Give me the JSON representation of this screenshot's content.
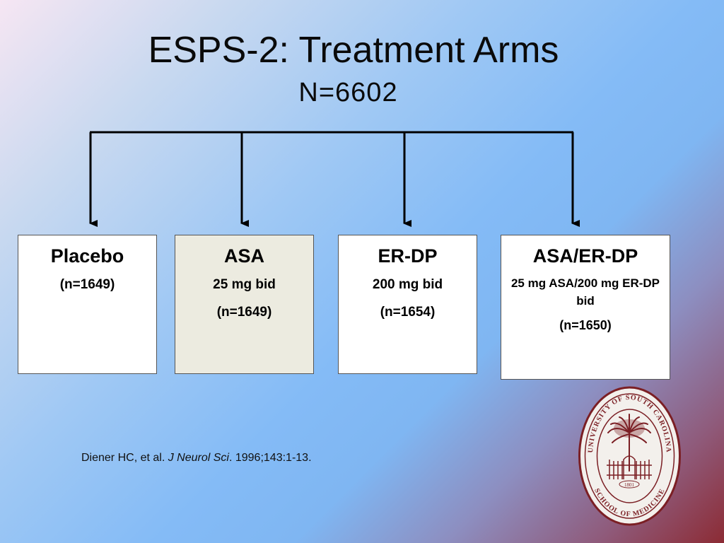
{
  "slide": {
    "title": "ESPS-2: Treatment Arms",
    "subtitle": "N=6602"
  },
  "arms": [
    {
      "name": "Placebo",
      "dose": "",
      "n": "(n=1649)"
    },
    {
      "name": "ASA",
      "dose": "25 mg bid",
      "n": "(n=1649)"
    },
    {
      "name": "ER-DP",
      "dose": "200 mg bid",
      "n": "(n=1654)"
    },
    {
      "name": "ASA/ER-DP",
      "dose": "25 mg ASA/200 mg ER-DP bid",
      "n": "(n=1650)"
    }
  ],
  "citation": {
    "authors": "Diener HC, et al.",
    "journal": "J Neurol Sci",
    "details": ". 1996;143:1-13."
  },
  "logo": {
    "name": "university-of-south-carolina-school-of-medicine-seal",
    "top_text": "UNIVERSITY OF SOUTH CAROLINA",
    "bottom_text": "SCHOOL OF MEDICINE",
    "year": "1801"
  },
  "colors": {
    "seal_maroon": "#7b1f24",
    "box_shaded": "#ecebe0"
  }
}
